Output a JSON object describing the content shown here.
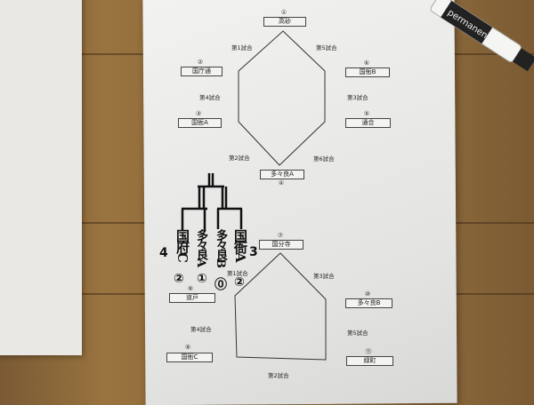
{
  "top_bracket": {
    "teams": [
      {
        "num": "①",
        "name": "高砂"
      },
      {
        "num": "②",
        "name": "国庁通"
      },
      {
        "num": "⑥",
        "name": "国衙B"
      },
      {
        "num": "③",
        "name": "国衙A"
      },
      {
        "num": "⑤",
        "name": "通合"
      },
      {
        "num": "④",
        "name": "多々良A"
      }
    ],
    "games": [
      "第1試合",
      "第5試合",
      "第4試合",
      "第3試合",
      "第2試合",
      "第6試合"
    ]
  },
  "bottom_bracket": {
    "teams": [
      {
        "num": "⑦",
        "name": "国分寺"
      },
      {
        "num": "⑧",
        "name": "道戸"
      },
      {
        "num": "⑩",
        "name": "多々良B"
      },
      {
        "num": "⑨",
        "name": "国衙C"
      },
      {
        "num": "⑪",
        "name": "緑町"
      }
    ],
    "games": [
      "第1試合",
      "第3試合",
      "第4試合",
      "第5試合",
      "第2試合"
    ]
  },
  "handwritten": {
    "teams": [
      "国府C",
      "多々良A",
      "多々良B",
      "国衙A"
    ],
    "scores": [
      "②",
      "①",
      "⓪",
      "②"
    ],
    "ranks": [
      "4",
      "3"
    ]
  },
  "marker_label": "permanent"
}
